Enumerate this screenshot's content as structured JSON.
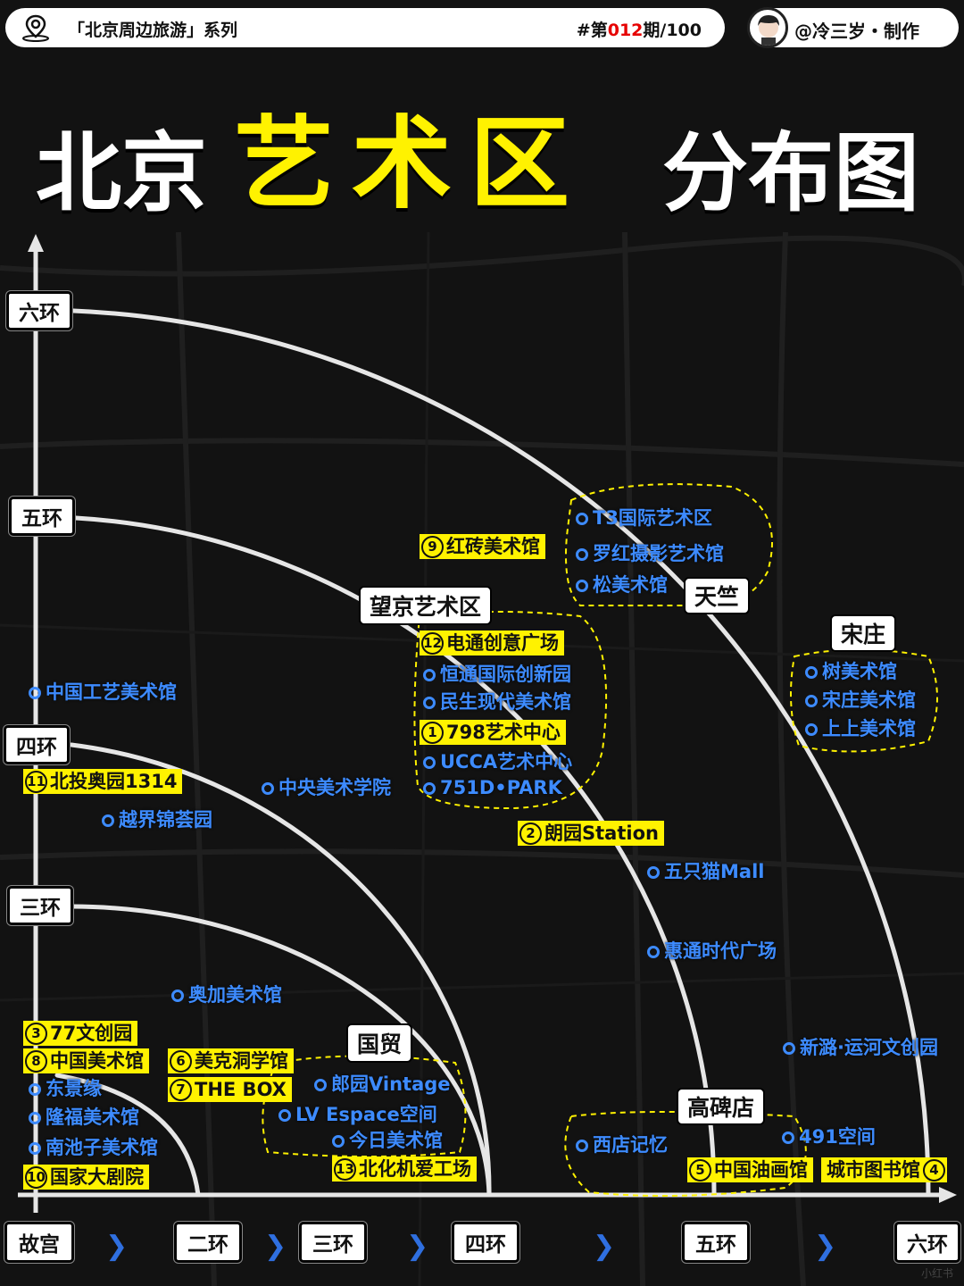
{
  "header": {
    "series": "「北京周边旅游」系列",
    "issue_prefix": "#第",
    "issue_number": "012",
    "issue_suffix": "期/100",
    "author": "@冷三岁・制作"
  },
  "title": {
    "part1": "北京",
    "part2": "艺术区",
    "part3": "分布图"
  },
  "rings_y": {
    "r6": "六环",
    "r5": "五环",
    "r4": "四环",
    "r3": "三环"
  },
  "rings_x": {
    "origin": "故宫",
    "r2": "二环",
    "r3": "三环",
    "r4": "四环",
    "r5": "五环",
    "r6": "六环"
  },
  "districts": {
    "wangjing": "望京艺术区",
    "tianzhu": "天竺",
    "songzhuang": "宋庄",
    "guomao": "国贸",
    "gaobeidian": "高碑店"
  },
  "venues": {
    "t3": "T3国际艺术区",
    "luohong": "罗红摄影艺术馆",
    "song": "松美术馆",
    "shu": "树美术馆",
    "songzhuang_museum": "宋庄美术馆",
    "shangshang": "上上美术馆",
    "hengtong": "恒通国际创新园",
    "minsheng": "民生现代美术馆",
    "ucca": "UCCA艺术中心",
    "d751": "751D•PARK",
    "gongyi": "中国工艺美术馆",
    "cafa": "中央美术学院",
    "yuejie": "越界锦荟园",
    "wuzhimao": "五只猫Mall",
    "huitong": "惠通时代广场",
    "aojia": "奥加美术馆",
    "xinlu": "新潞·运河文创园",
    "dongjingyuan": "东景缘",
    "longfu": "隆福美术馆",
    "nanchizi": "南池子美术馆",
    "langyuan_vintage": "郎园Vintage",
    "lv": "LV Espace空间",
    "jinri": "今日美术馆",
    "xidian": "西店记忆",
    "s491": "491空间"
  },
  "highlights": [
    {
      "num": "1",
      "name": "798艺术中心"
    },
    {
      "num": "2",
      "name": "朗园Station"
    },
    {
      "num": "3",
      "name": "77文创园"
    },
    {
      "num": "4",
      "name": "城市图书馆"
    },
    {
      "num": "5",
      "name": "中国油画馆"
    },
    {
      "num": "6",
      "name": "美克洞学馆"
    },
    {
      "num": "7",
      "name": "THE BOX"
    },
    {
      "num": "8",
      "name": "中国美术馆"
    },
    {
      "num": "9",
      "name": "红砖美术馆"
    },
    {
      "num": "10",
      "name": "国家大剧院"
    },
    {
      "num": "11",
      "name": "北投奥园1314"
    },
    {
      "num": "12",
      "name": "电通创意广场"
    },
    {
      "num": "13",
      "name": "北化机爱工场"
    }
  ],
  "watermark": "小红书"
}
